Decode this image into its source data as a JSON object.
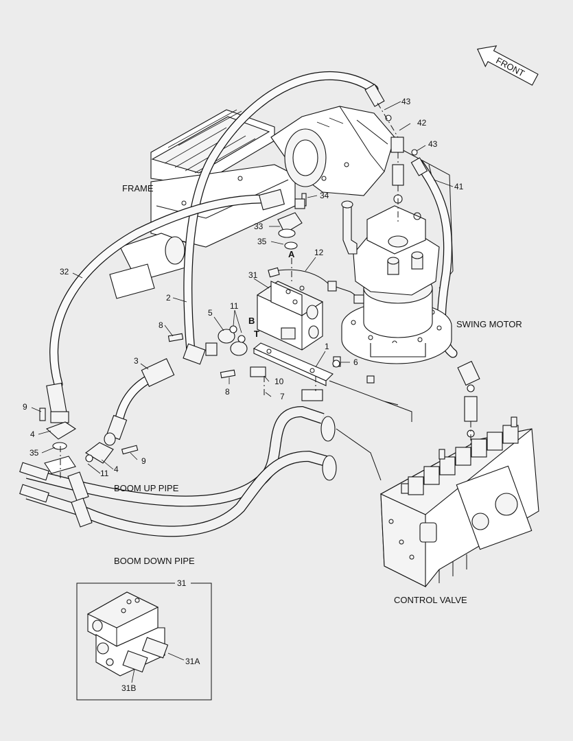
{
  "labels": {
    "front": "FRONT",
    "frame": "FRAME",
    "swing_motor": "SWING MOTOR",
    "boom_up_pipe": "BOOM UP PIPE",
    "boom_down_pipe": "BOOM DOWN PIPE",
    "control_valve": "CONTROL VALVE",
    "port_a": "A",
    "port_b": "B",
    "port_t": "T"
  },
  "callouts": {
    "c43a": "43",
    "c42": "42",
    "c43b": "43",
    "c41": "41",
    "c34": "34",
    "c33": "33",
    "c35a": "35",
    "c12": "12",
    "c31": "31",
    "c32": "32",
    "c2": "2",
    "c11a": "11",
    "c5": "5",
    "c8a": "8",
    "c1": "1",
    "c6": "6",
    "c3": "3",
    "c8b": "8",
    "c10": "10",
    "c7": "7",
    "c9a": "9",
    "c4a": "4",
    "c35b": "35",
    "c9b": "9",
    "c4b": "4",
    "c11b": "11"
  },
  "inset": {
    "title": "31",
    "label_a": "31A",
    "label_b": "31B"
  }
}
